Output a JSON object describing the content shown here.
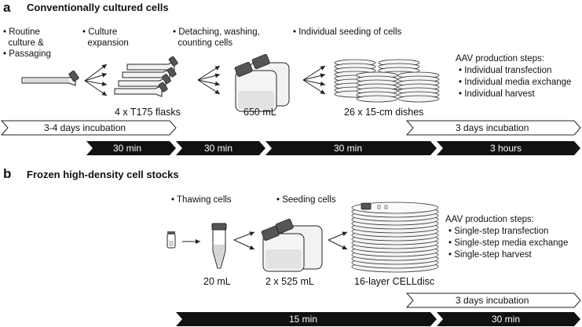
{
  "panel_a": {
    "letter": "a",
    "title": "Conventionally cultured cells",
    "labels": {
      "routine_1": "• Routine",
      "routine_2": "  culture &",
      "passaging": "• Passaging",
      "culture_1": "• Culture",
      "culture_2": "  expansion",
      "detach_1": "• Detaching, washing,",
      "detach_2": "  counting cells",
      "seeding": "• Individual seeding of cells"
    },
    "captions": {
      "flasks": "4 x T175 flasks",
      "bottle": "650 mL",
      "dishes": "26 x 15-cm dishes"
    },
    "steps_title": "AAV production steps:",
    "steps": [
      "• Individual transfection",
      "• Individual media exchange",
      "• Individual harvest"
    ],
    "timeline": {
      "incubation_1": "3-4 days incubation",
      "incubation_2": "3 days incubation",
      "t1": "30 min",
      "t2": "30 min",
      "t3": "30 min",
      "t4": "3 hours"
    }
  },
  "panel_b": {
    "letter": "b",
    "title": "Frozen high-density cell stocks",
    "labels": {
      "thawing": "• Thawing cells",
      "seeding": "• Seeding cells"
    },
    "captions": {
      "tube": "20 mL",
      "bottles": "2 x 525 mL",
      "cellDisc": "16-layer CELLdisc"
    },
    "steps_title": "AAV production steps:",
    "steps": [
      "• Single-step transfection",
      "• Single-step media exchange",
      "• Single-step harvest"
    ],
    "timeline": {
      "incubation": "3 days incubation",
      "t1": "15 min",
      "t2": "30 min"
    }
  }
}
